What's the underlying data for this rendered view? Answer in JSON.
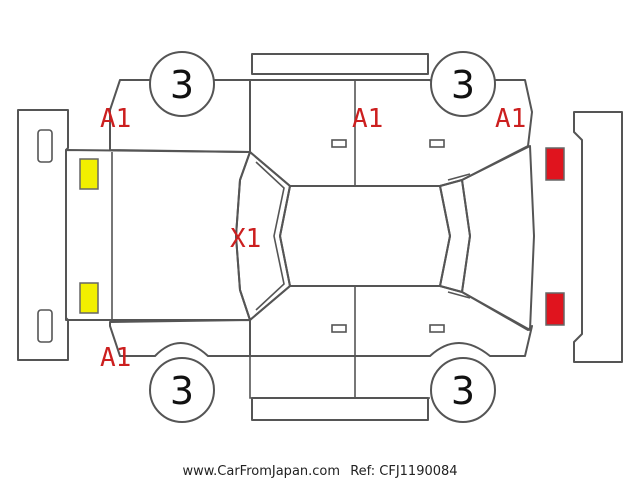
{
  "wheels": {
    "front_left_top": "3",
    "rear_left_top": "3",
    "front_left_bottom": "3",
    "rear_left_bottom": "3"
  },
  "damage_marks": {
    "front_fender_top": "A1",
    "roof_top_door": "A1",
    "rear_fender_top": "A1",
    "windshield": "X1",
    "front_fender_bottom": "A1"
  },
  "footer": {
    "website": "www.CarFromJapan.com",
    "reference": "Ref: CFJ1190084"
  },
  "colors": {
    "mark_red": "#cc1f1f",
    "headlight_yellow": "#f2ef00",
    "taillight_red": "#e0141e",
    "outline_gray": "#555555"
  }
}
